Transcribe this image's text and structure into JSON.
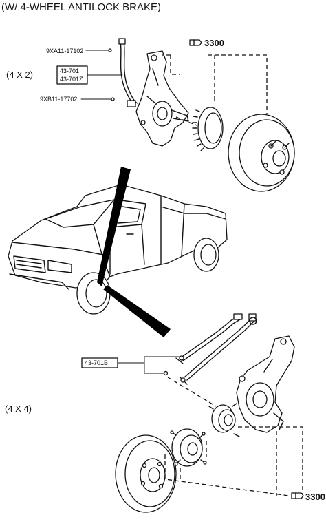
{
  "title": "(W/ 4-WHEEL ANTILOCK BRAKE)",
  "section_4x2": {
    "label": "(4 X 2)",
    "part_labels": [
      "9XA11-17102",
      "43-701",
      "43-701Z",
      "9XB11-17702"
    ],
    "reference": "3300"
  },
  "section_4x4": {
    "label": "(4 X 4)",
    "part_labels": [
      "43-701B"
    ],
    "reference": "3300"
  },
  "icons": [
    "pointing-hand-icon",
    "pointing-hand-icon"
  ]
}
